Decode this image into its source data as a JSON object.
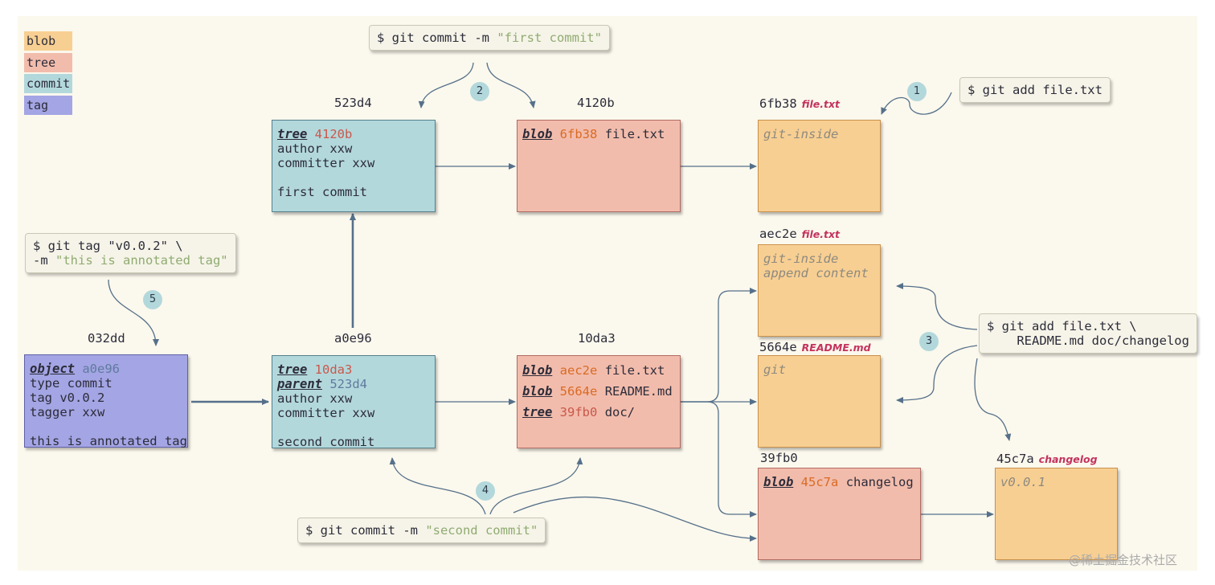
{
  "legend": [
    {
      "label": "blob",
      "color": "#f8cf92"
    },
    {
      "label": "tree",
      "color": "#f2bcac"
    },
    {
      "label": "commit",
      "color": "#b3d8dc"
    },
    {
      "label": "tag",
      "color": "#a4a5e4"
    }
  ],
  "commands": {
    "commit_first": {
      "cmd": "$ git commit -m ",
      "msg": "\"first commit\""
    },
    "add_file": {
      "text": "$ git add file.txt"
    },
    "tag": {
      "line1": "$ git tag \"v0.0.2\" \\",
      "line2_prefix": "-m ",
      "line2_msg": "\"this is annotated tag\""
    },
    "add_multi": {
      "line1": "$ git add file.txt \\",
      "line2": "    README.md doc/changelog"
    },
    "commit_second": {
      "cmd": "$ git commit -m ",
      "msg": "\"second commit\""
    }
  },
  "steps": [
    "1",
    "2",
    "3",
    "4",
    "5"
  ],
  "objects": {
    "commit1": {
      "hash": "523d4",
      "kw_tree": "tree",
      "tree_hash": "4120b",
      "author": "author xxw",
      "committer": "committer xxw",
      "message": "first commit"
    },
    "tree1": {
      "hash": "4120b",
      "kw": "blob",
      "blob_hash": "6fb38",
      "name": "file.txt"
    },
    "blob1": {
      "hash": "6fb38",
      "filename": "file.txt",
      "content": "git-inside"
    },
    "blob2": {
      "hash": "aec2e",
      "filename": "file.txt",
      "line1": "git-inside",
      "line2": "append content"
    },
    "blob3": {
      "hash": "5664e",
      "filename": "README.md",
      "content": "git"
    },
    "tag": {
      "hash": "032dd",
      "kw": "object",
      "obj_hash": "a0e96",
      "type": "type commit",
      "tagname": "tag v0.0.2",
      "tagger": "tagger xxw",
      "message": "this is annotated tag"
    },
    "commit2": {
      "hash": "a0e96",
      "kw_tree": "tree",
      "tree_hash": "10da3",
      "kw_parent": "parent",
      "parent_hash": "523d4",
      "author": "author xxw",
      "committer": "committer xxw",
      "message": "second commit"
    },
    "tree2": {
      "hash": "10da3",
      "rows": [
        {
          "kw": "blob",
          "hash": "aec2e",
          "name": "file.txt"
        },
        {
          "kw": "blob",
          "hash": "5664e",
          "name": "README.md"
        },
        {
          "kw": "tree",
          "hash": "39fb0",
          "name": "doc/"
        }
      ]
    },
    "tree3": {
      "hash": "39fb0",
      "kw": "blob",
      "blob_hash": "45c7a",
      "name": "changelog"
    },
    "blob4": {
      "hash": "45c7a",
      "filename": "changelog",
      "content": "v0.0.1"
    }
  },
  "watermark": "@稀土掘金技术社区"
}
